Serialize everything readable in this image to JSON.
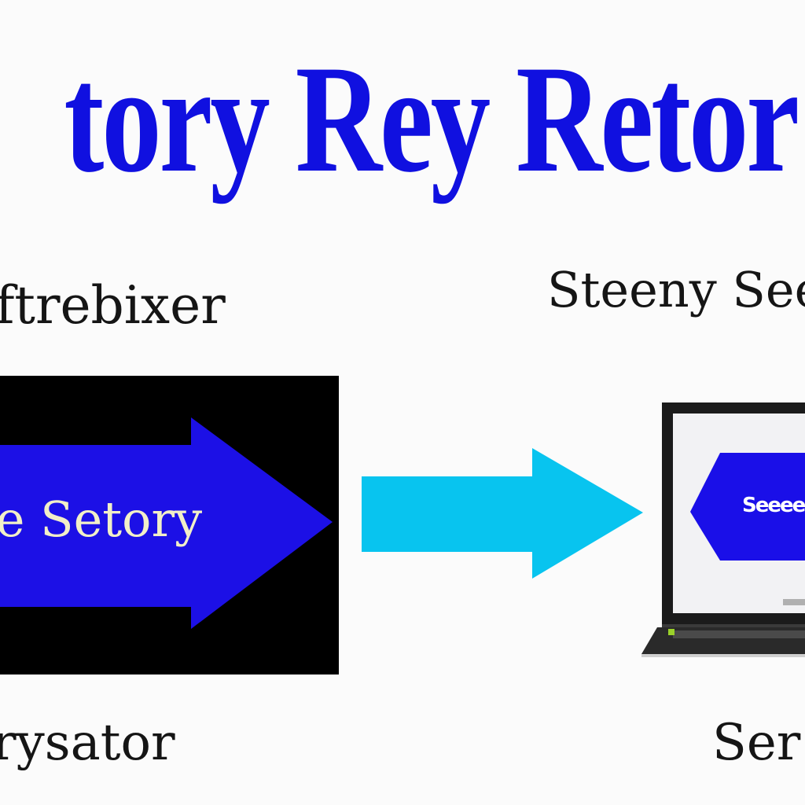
{
  "headline": "tory Rey Retor R",
  "labels": {
    "top_left": "ftrebixer",
    "top_right": "Steeny See",
    "bottom_left": "rysator",
    "bottom_right": "Ser"
  },
  "left_arrow_text": "ee Setory",
  "laptop_screen_text": "Seeee",
  "colors": {
    "headline": "#1010e0",
    "panel": "#000000",
    "panel_arrow": "#1c10e6",
    "arrow_text": "#f2efc8",
    "connector_arrow": "#08c4ef",
    "screen_arrow": "#1a0fe8"
  }
}
